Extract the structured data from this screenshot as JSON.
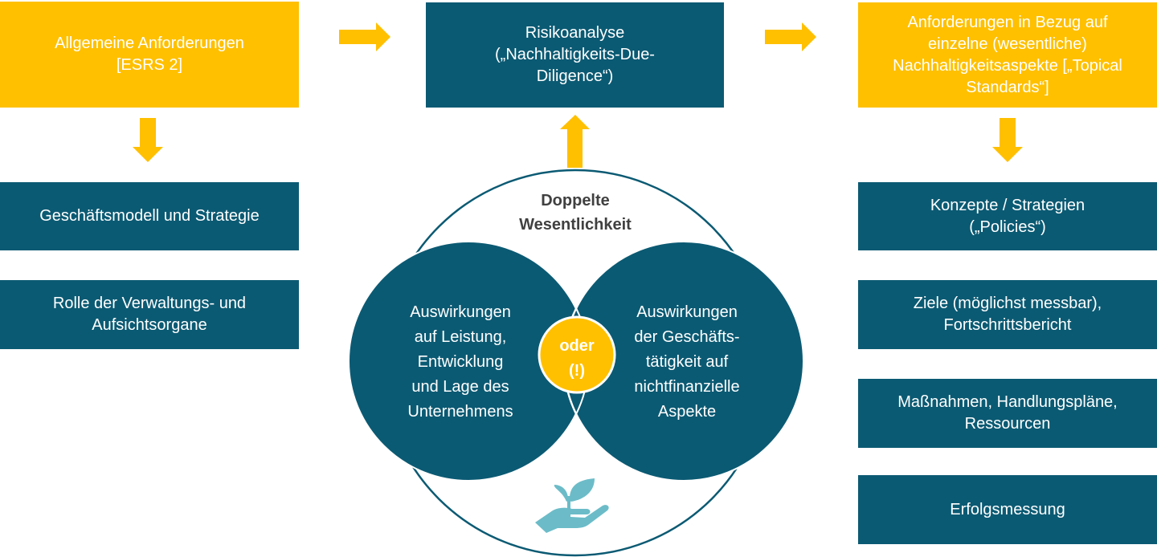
{
  "colors": {
    "yellow": "#ffc000",
    "teal": "#0b5a73",
    "icon": "#6bbcc8",
    "title_text": "#404040"
  },
  "left_column": {
    "header": "Allgemeine Anforderungen\n[ESRS 2]",
    "items": [
      "Geschäftsmodell und Strategie",
      "Rolle der Verwaltungs- und\nAufsichtsorgane"
    ]
  },
  "center_column": {
    "header": "Risikoanalyse\n(„Nachhaltigkeits-Due-\nDiligence“)",
    "venn": {
      "title": "Doppelte\nWesentlichkeit",
      "left_circle": "Auswirkungen\nauf Leistung,\nEntwicklung\nund Lage des\nUnternehmens",
      "right_circle": "Auswirkungen\nder Geschäfts-\ntätigkeit auf\nnichtfinanzielle\nAspekte",
      "center_badge": "oder\n(!)",
      "icon": "plant-in-hand-icon"
    }
  },
  "right_column": {
    "header": "Anforderungen in Bezug auf\neinzelne (wesentliche)\nNachhaltigkeitsaspekte [„Topical\nStandards“]",
    "items": [
      "Konzepte / Strategien\n(„Policies“)",
      "Ziele (möglichst messbar),\nFortschrittsbericht",
      "Maßnahmen, Handlungspläne,\nRessourcen",
      "Erfolgsmessung"
    ]
  }
}
